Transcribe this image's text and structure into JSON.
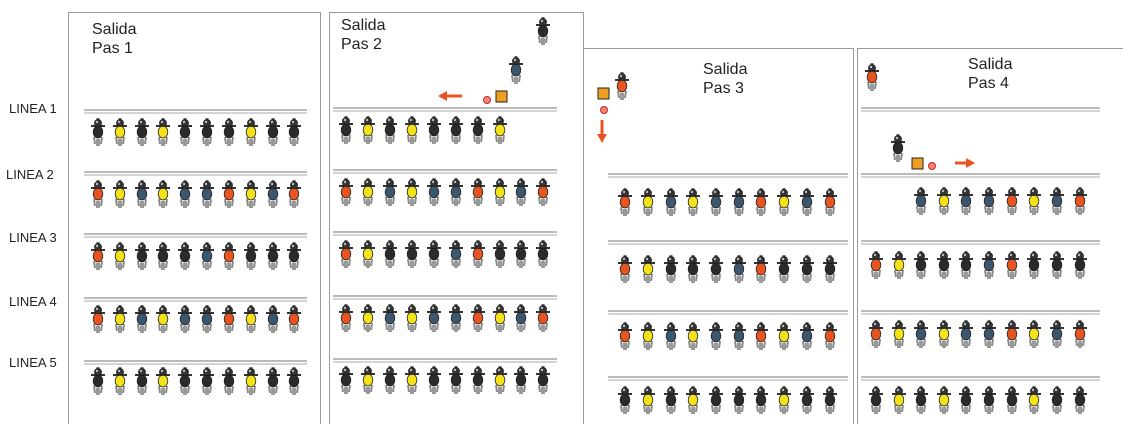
{
  "lines": [
    {
      "label": "LINEA 1"
    },
    {
      "label": "LINEA 2"
    },
    {
      "label": "LINEA 3"
    },
    {
      "label": "LINEA 4"
    },
    {
      "label": "LINEA 5"
    }
  ],
  "panels": [
    {
      "title": "Salida",
      "subtitle": "Pas 1"
    },
    {
      "title": "Salida",
      "subtitle": "Pas 2"
    },
    {
      "title": "Salida",
      "subtitle": "Pas 3"
    },
    {
      "title": "Salida",
      "subtitle": "Pas 4"
    }
  ],
  "jersey_colors": {
    "black": "#2b2b2b",
    "yellow": "#f3e21a",
    "orange": "#e8541f",
    "blue": "#3c566e"
  },
  "marker_colors": {
    "flag": "#f0a020",
    "arrow": "#e8541f"
  }
}
